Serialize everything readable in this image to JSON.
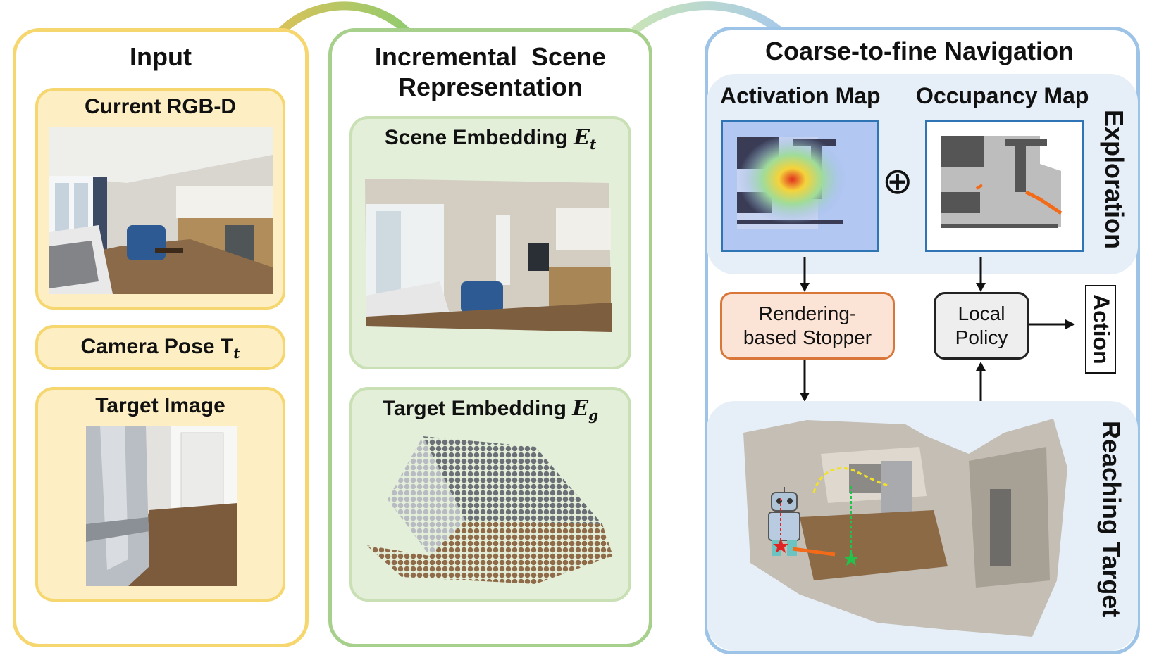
{
  "input_panel": {
    "title": "Input",
    "rgbd_title": "Current RGB-D",
    "pose_title": "Camera Pose T",
    "pose_sub": "t",
    "target_title": "Target Image"
  },
  "scene_panel": {
    "title_line1": "Incremental  Scene",
    "title_line2": "Representation",
    "scene_embedding_title": "Scene Embedding ",
    "scene_embedding_symbol": "E",
    "scene_embedding_sub": "t",
    "target_embedding_title": "Target Embedding ",
    "target_embedding_symbol": "E",
    "target_embedding_sub": "g"
  },
  "nav_panel": {
    "title": "Coarse-to-fine Navigation",
    "activation_map_label": "Activation Map",
    "occupancy_map_label": "Occupancy Map",
    "plus_symbol": "⊕",
    "exploration_label": "Exploration",
    "stopper_line1": "Rendering-",
    "stopper_line2": "based Stopper",
    "policy_line1": "Local",
    "policy_line2": "Policy",
    "action_label": "Action",
    "reaching_label": "Reaching Target"
  },
  "colors": {
    "input_border": "#f6d66e",
    "input_fill": "#fdefc3",
    "scene_border": "#a8d08d",
    "scene_fill": "#e4efd9",
    "nav_border": "#9dc3e6",
    "nav_fill": "#e6eff7",
    "stopper_border": "#d9773a",
    "stopper_fill": "#fbe4d6",
    "policy_fill": "#eeeeee",
    "map_frame": "#2f74b5",
    "trajectory": "#f36b18"
  },
  "icons": {
    "plus": "circled-plus-icon",
    "robot": "robot-icon",
    "start": "red-star-icon",
    "goal": "green-star-icon"
  }
}
